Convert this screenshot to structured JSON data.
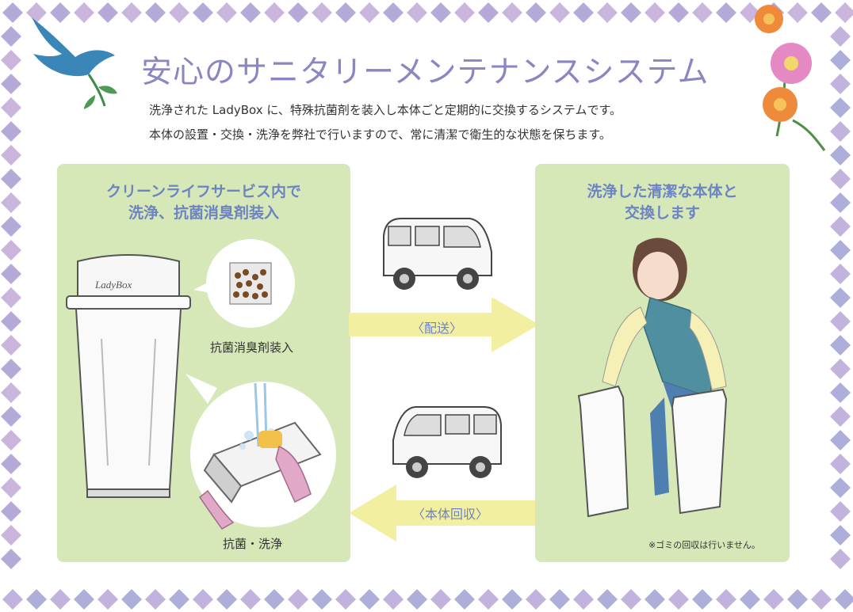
{
  "title": "安心のサニタリーメンテナンスシステム",
  "intro": {
    "line1": "洗浄された LadyBox に、特殊抗菌剤を装入し本体ごと定期的に交換するシステムです。",
    "line2": "本体の設置・交換・洗浄を弊社で行いますので、常に清潔で衛生的な状態を保ちます。"
  },
  "left_panel": {
    "heading_line1": "クリーンライフサービス内で",
    "heading_line2": "洗浄、抗菌消臭剤装入",
    "bin_logo": "LadyBox",
    "caption_antibac": "抗菌消臭剤装入",
    "caption_wash": "抗菌・洗浄"
  },
  "right_panel": {
    "heading_line1": "洗浄した清潔な本体と",
    "heading_line2": "交換します",
    "note": "※ゴミの回収は行いません。"
  },
  "arrows": {
    "deliver_label": "〈配送〉",
    "collect_label": "〈本体回収〉"
  },
  "colors": {
    "panel": "#d6e7b8",
    "heading": "#6c83c4",
    "title": "#8a86c2",
    "arrow": "#f2f0a0",
    "frame_diamond": "#a79ad0"
  },
  "icons": [
    "bird-icon",
    "flower-icon",
    "van-icon",
    "trash-bin-icon",
    "deodorant-pack-icon",
    "washing-icon",
    "worker-icon"
  ]
}
